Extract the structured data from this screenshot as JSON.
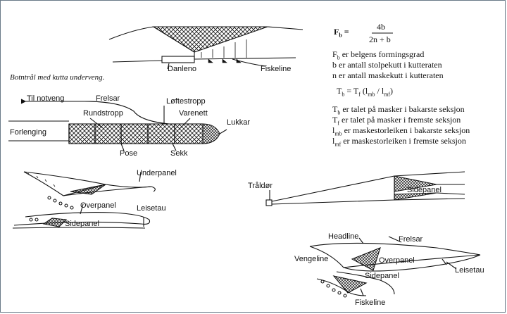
{
  "caption": "Botntrål med kutta underveng.",
  "labels": {
    "danleno": "Danleno",
    "fiskeline_top": "Fiskeline",
    "til_notveng": "Til notveng",
    "frelsar_mid": "Frelsar",
    "loftestropp": "Løftestropp",
    "rundstropp": "Rundstropp",
    "varenett": "Varenett",
    "lukkar": "Lukkar",
    "forlenging": "Forlenging",
    "pose": "Pose",
    "sekk": "Sekk",
    "underpanel": "Underpanel",
    "overpanel_left": "Overpanel",
    "leisetau_left": "Leisetau",
    "sidepanel_left": "Sidepanel",
    "traldor": "Tråldør",
    "sidepanel_right": "Sidepanel",
    "headline": "Headline",
    "frelsar_br": "Frelsar",
    "vengeline": "Vengeline",
    "overpanel_br": "Overpanel",
    "leisetau_br": "Leisetau",
    "sidepanel_br": "Sidepanel",
    "fiskeline_br": "Fiskeline"
  },
  "formula": {
    "lhs": "F",
    "lhs_sub": "b",
    "numerator": "4b",
    "denominator": "2n + b",
    "defs": [
      {
        "sym": "F",
        "sub": "b",
        "text": " er belgens formingsgrad"
      },
      {
        "sym": "b",
        "sub": "",
        "text": " er antall stolpekutt i kutteraten"
      },
      {
        "sym": "n",
        "sub": "",
        "text": " er antall maskekutt i kutteraten"
      }
    ],
    "eq2": "T",
    "eq2_sub": "b",
    "eq2_rhs": " = T",
    "eq2_rhs_sub": "f",
    "eq2_tail": " (l",
    "eq2_tail_sub1": "mb",
    "eq2_mid": " / l",
    "eq2_tail_sub2": "mf",
    "eq2_end": ")",
    "defs2": [
      {
        "sym": "T",
        "sub": "b",
        "text": " er talet på masker i bakarste seksjon"
      },
      {
        "sym": "T",
        "sub": "f",
        "text": " er talet på masker i fremste seksjon"
      },
      {
        "sym": "l",
        "sub": "mb",
        "text": " er maskestorleiken i bakarste seksjon"
      },
      {
        "sym": "l",
        "sub": "mf",
        "text": " er maskestorleiken i fremste seksjon"
      }
    ]
  }
}
